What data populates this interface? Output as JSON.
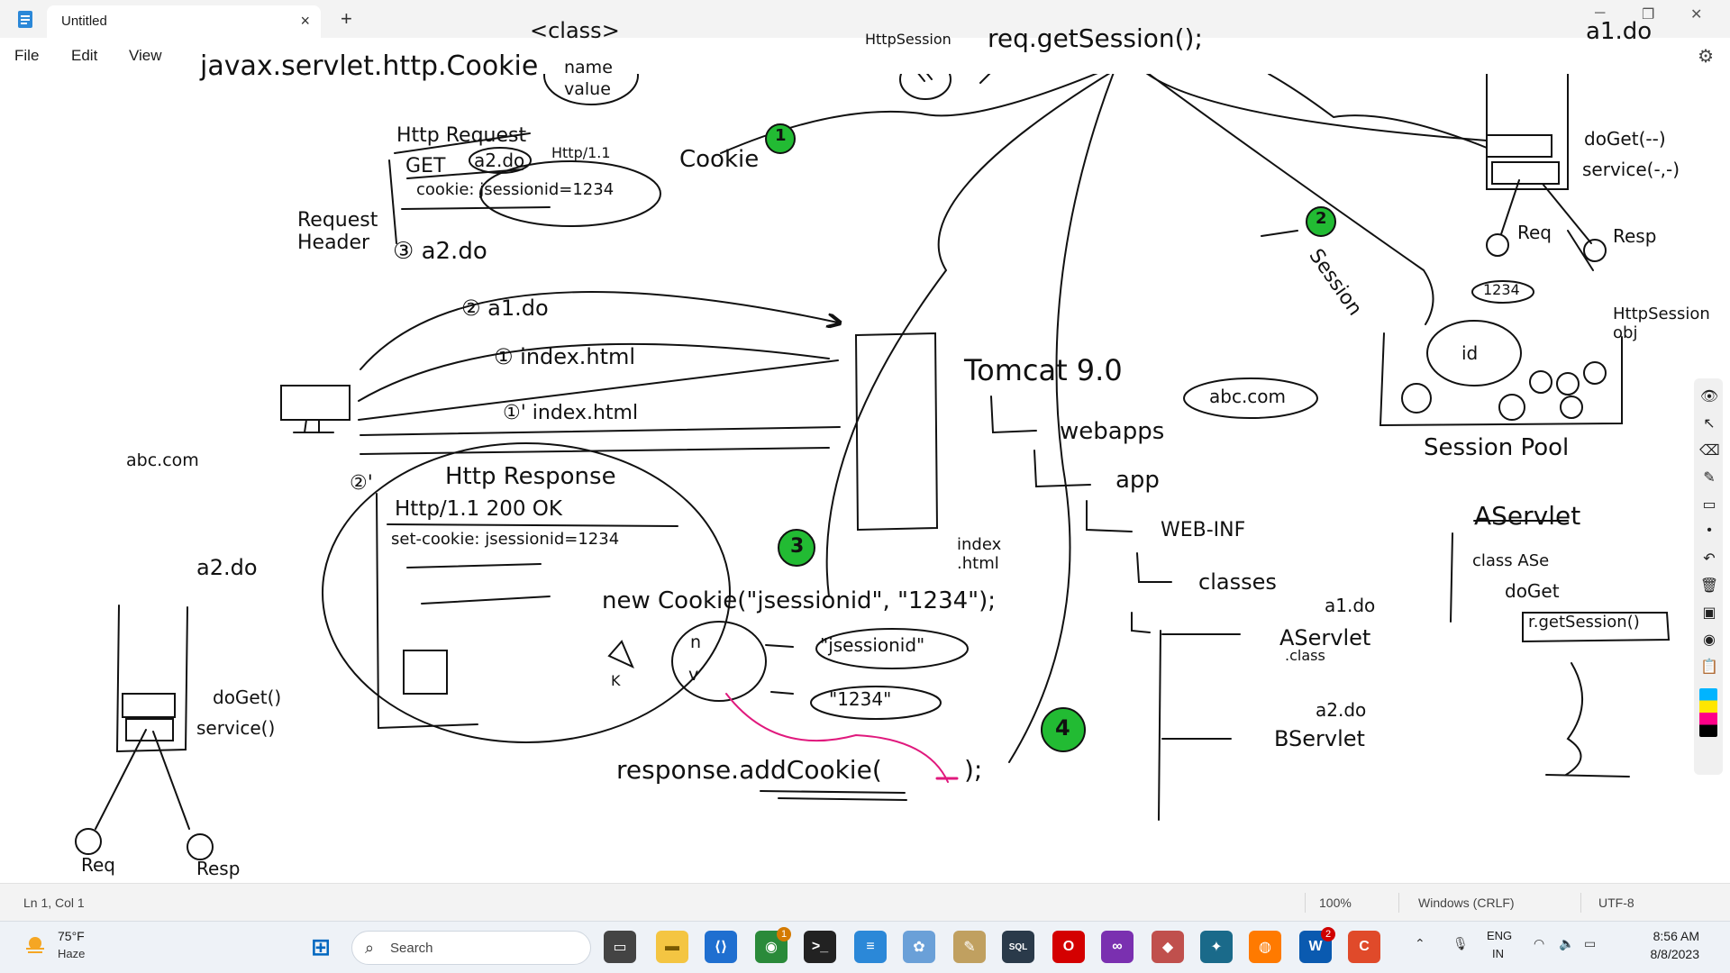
{
  "window": {
    "tab_title": "Untitled",
    "close_glyph": "×",
    "new_tab_glyph": "+"
  },
  "menu": {
    "file": "File",
    "edit": "Edit",
    "view": "View"
  },
  "canvas": {
    "texts": {
      "javax": "javax.servlet.http.Cookie",
      "class_tag": "<class>",
      "name": "name",
      "value": "value",
      "httpsession_label": "HttpSession",
      "req_getsession": "req.getSession();",
      "a1do_top": "a1.do",
      "http_request": "Http Request",
      "get": "GET",
      "a2do_req": "a2.do",
      "http11_req": "Http/1.1",
      "cookie_line": "cookie: jsessionid=1234",
      "request_header": "Request Header",
      "cookie_label": "Cookie",
      "step3_a2do": "③ a2.do",
      "step2_a1do": "② a1.do",
      "step1_index": "① index.html",
      "step1p_index": "①' index.html",
      "abc_com_left": "abc.com",
      "step2p": "②'",
      "http_response": "Http Response",
      "status_line": "Http/1.1   200   OK",
      "set_cookie": "set-cookie: jsessionid=1234",
      "new_cookie": "new Cookie(\"jsessionid\", \"1234\");",
      "n_label": "n",
      "v_label": "v",
      "k_label": "K",
      "jsessionid_str": "\"jsessionid\"",
      "str_1234": "\"1234\"",
      "response_addcookie": "response.addCookie(",
      "response_end": ");",
      "a2do_left": "a2.do",
      "doget_left": "doGet()",
      "service_left": "service()",
      "req_left": "Req",
      "resp_left": "Resp",
      "tomcat": "Tomcat 9.0",
      "webapps": "webapps",
      "app": "app",
      "abc_com_right": "abc.com",
      "webinf": "WEB-INF",
      "classes": "classes",
      "index_html_small": "index .html",
      "aservlet": "AServlet",
      "dot_class": ".class",
      "a1do_mid": "a1.do",
      "a2do_mid": "a2.do",
      "bservlet": "BServlet",
      "session_label": "Session",
      "doget_right": "doGet(--)",
      "service_right": "service(-,-)",
      "req_right": "Req",
      "resp_right": "Resp",
      "id_1234": "1234",
      "id_label": "id",
      "httpsession_obj": "HttpSession obj",
      "session_pool": "Session Pool",
      "aservlet_right": "AServlet",
      "class_aservlet": "class ASe",
      "doget_plain": "doGet",
      "r_getsession": "r.getSession()",
      "num1": "1",
      "num2": "2",
      "num3": "3",
      "num4": "4"
    }
  },
  "status": {
    "position": "Ln 1, Col 1",
    "zoom": "100%",
    "line_ending": "Windows (CRLF)",
    "encoding": "UTF-8"
  },
  "taskbar": {
    "temp": "75°F",
    "condition": "Haze",
    "search_placeholder": "Search",
    "lang_line1": "ENG",
    "lang_line2": "IN",
    "time": "8:56 AM",
    "date": "8/8/2023",
    "chrome_badge": "1",
    "winword_badge": "2"
  },
  "colors": {
    "ink": "#111111",
    "green_marker": "#22bb33",
    "pink_arrow": "#e0197d",
    "taskbar_bg": "#eef2f7"
  }
}
